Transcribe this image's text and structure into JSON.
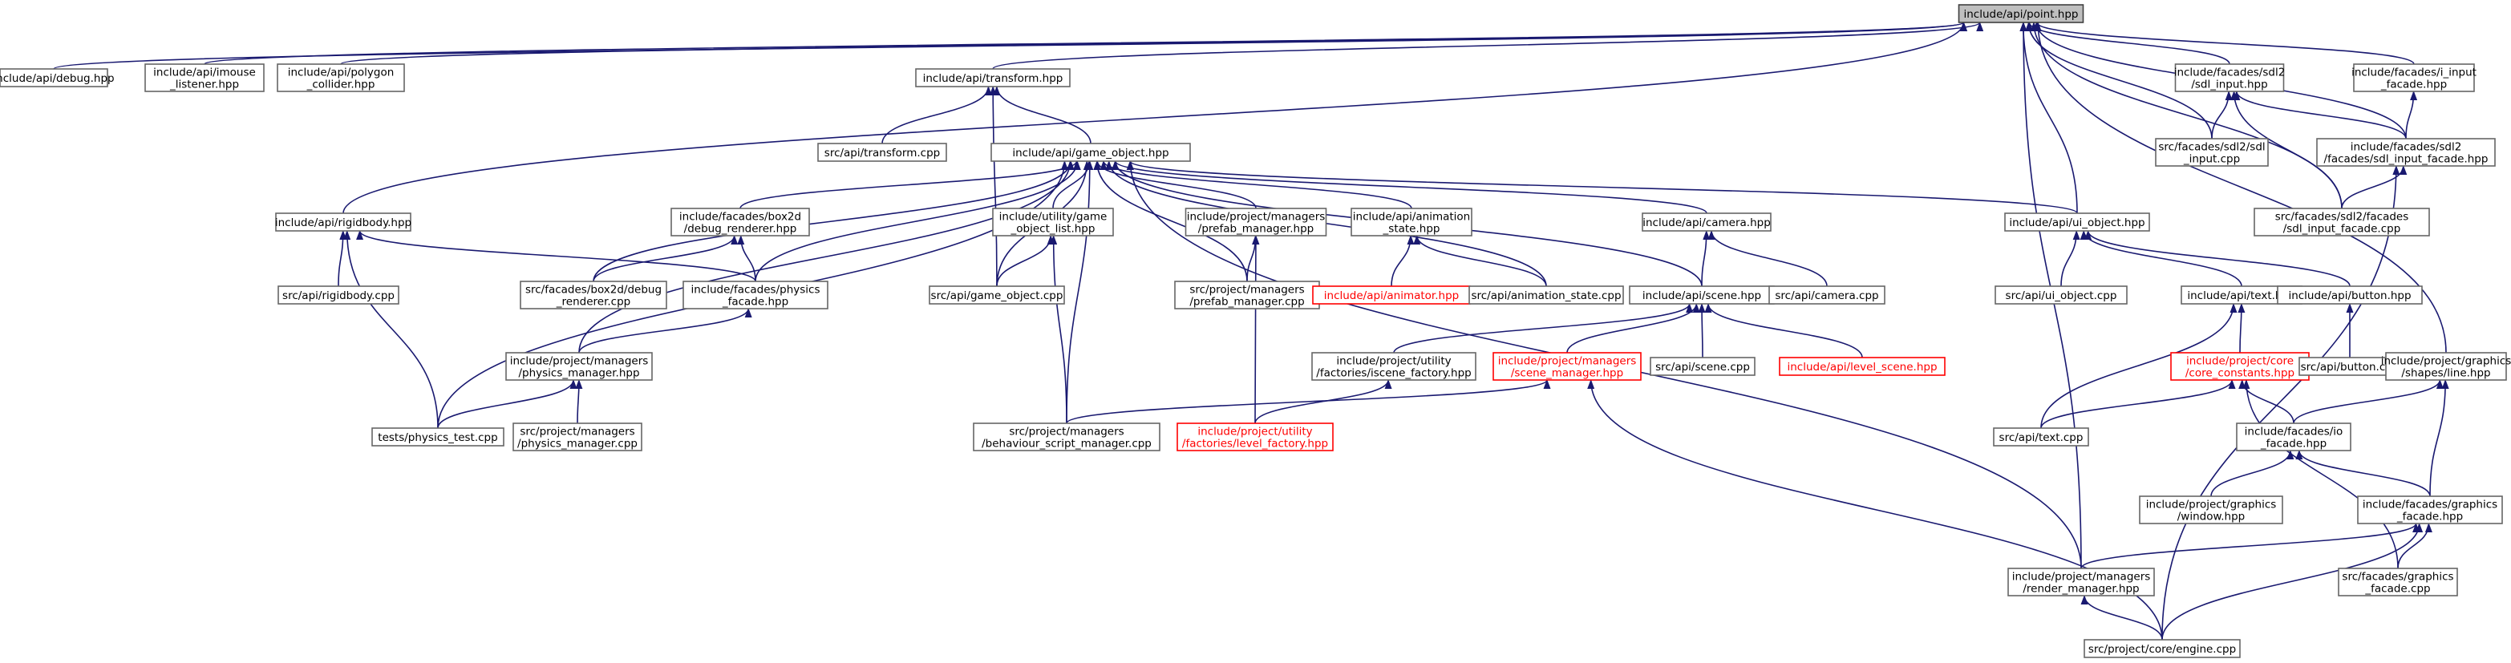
{
  "graph": {
    "root": "n0",
    "colors": {
      "edge": "#191970",
      "root_fill": "#bfbfbf",
      "node_border": "#666666",
      "missing_border": "#ff0000"
    },
    "nodes": [
      {
        "id": "n0",
        "lines": [
          "include/api/point.hpp"
        ],
        "root": true
      },
      {
        "id": "n1",
        "lines": [
          "include/api/debug.hpp"
        ]
      },
      {
        "id": "n2",
        "lines": [
          "include/api/imouse",
          "_listener.hpp"
        ]
      },
      {
        "id": "n3",
        "lines": [
          "include/api/polygon",
          "_collider.hpp"
        ]
      },
      {
        "id": "n4",
        "lines": [
          "include/api/transform.hpp"
        ]
      },
      {
        "id": "n5",
        "lines": [
          "include/facades/sdl2",
          "/sdl_input.hpp"
        ]
      },
      {
        "id": "n6",
        "lines": [
          "include/facades/i_input",
          "_facade.hpp"
        ]
      },
      {
        "id": "n7",
        "lines": [
          "src/api/transform.cpp"
        ]
      },
      {
        "id": "n8",
        "lines": [
          "src/facades/sdl2/sdl",
          "_input.cpp"
        ]
      },
      {
        "id": "n9",
        "lines": [
          "include/facades/sdl2",
          "/facades/sdl_input_facade.hpp"
        ]
      },
      {
        "id": "n10",
        "lines": [
          "include/api/game_object.hpp"
        ]
      },
      {
        "id": "n11",
        "lines": [
          "src/facades/sdl2/facades",
          "/sdl_input_facade.cpp"
        ]
      },
      {
        "id": "n12",
        "lines": [
          "include/api/rigidbody.hpp"
        ]
      },
      {
        "id": "n13",
        "lines": [
          "include/facades/box2d",
          "/debug_renderer.hpp"
        ]
      },
      {
        "id": "n14",
        "lines": [
          "include/utility/game",
          "_object_list.hpp"
        ]
      },
      {
        "id": "n15",
        "lines": [
          "include/project/managers",
          "/prefab_manager.hpp"
        ]
      },
      {
        "id": "n16",
        "lines": [
          "include/api/animation",
          "_state.hpp"
        ]
      },
      {
        "id": "n17",
        "lines": [
          "include/api/camera.hpp"
        ]
      },
      {
        "id": "n18",
        "lines": [
          "include/api/ui_object.hpp"
        ]
      },
      {
        "id": "n19",
        "lines": [
          "src/api/rigidbody.cpp"
        ]
      },
      {
        "id": "n20",
        "lines": [
          "src/facades/box2d/debug",
          "_renderer.cpp"
        ]
      },
      {
        "id": "n21",
        "lines": [
          "include/facades/physics",
          "_facade.hpp"
        ]
      },
      {
        "id": "n22",
        "lines": [
          "src/api/game_object.cpp"
        ]
      },
      {
        "id": "n23",
        "lines": [
          "src/project/managers",
          "/prefab_manager.cpp"
        ]
      },
      {
        "id": "n24",
        "lines": [
          "include/api/animator.hpp"
        ],
        "missing": true
      },
      {
        "id": "n25",
        "lines": [
          "src/api/animation_state.cpp"
        ]
      },
      {
        "id": "n26",
        "lines": [
          "include/api/scene.hpp"
        ]
      },
      {
        "id": "n27",
        "lines": [
          "src/api/camera.cpp"
        ]
      },
      {
        "id": "n28",
        "lines": [
          "src/api/ui_object.cpp"
        ]
      },
      {
        "id": "n29",
        "lines": [
          "include/api/text.hpp"
        ]
      },
      {
        "id": "n30",
        "lines": [
          "include/api/button.hpp"
        ]
      },
      {
        "id": "n31",
        "lines": [
          "include/project/utility",
          "/factories/iscene_factory.hpp"
        ]
      },
      {
        "id": "n32",
        "lines": [
          "include/project/managers",
          "/scene_manager.hpp"
        ],
        "missing": true
      },
      {
        "id": "n33",
        "lines": [
          "src/api/scene.cpp"
        ]
      },
      {
        "id": "n34",
        "lines": [
          "include/api/level_scene.hpp"
        ],
        "missing": true
      },
      {
        "id": "n35",
        "lines": [
          "include/project/core",
          "/core_constants.hpp"
        ],
        "missing": true
      },
      {
        "id": "n36",
        "lines": [
          "src/api/button.cpp"
        ]
      },
      {
        "id": "n37",
        "lines": [
          "include/project/graphics",
          "/shapes/line.hpp"
        ]
      },
      {
        "id": "n38",
        "lines": [
          "include/project/managers",
          "/physics_manager.hpp"
        ]
      },
      {
        "id": "n39",
        "lines": [
          "tests/physics_test.cpp"
        ]
      },
      {
        "id": "n40",
        "lines": [
          "src/project/managers",
          "/physics_manager.cpp"
        ]
      },
      {
        "id": "n41",
        "lines": [
          "src/project/managers",
          "/behaviour_script_manager.cpp"
        ]
      },
      {
        "id": "n42",
        "lines": [
          "include/project/utility",
          "/factories/level_factory.hpp"
        ],
        "missing": true
      },
      {
        "id": "n43",
        "lines": [
          "src/api/text.cpp"
        ]
      },
      {
        "id": "n44",
        "lines": [
          "include/facades/io",
          "_facade.hpp"
        ]
      },
      {
        "id": "n45",
        "lines": [
          "include/project/graphics",
          "/window.hpp"
        ]
      },
      {
        "id": "n46",
        "lines": [
          "include/facades/graphics",
          "_facade.hpp"
        ]
      },
      {
        "id": "n47",
        "lines": [
          "include/project/managers",
          "/render_manager.hpp"
        ]
      },
      {
        "id": "n48",
        "lines": [
          "src/facades/graphics",
          "_facade.cpp"
        ]
      },
      {
        "id": "n49",
        "lines": [
          "src/project/core/engine.cpp"
        ]
      }
    ],
    "edges": [
      [
        "n0",
        "n1"
      ],
      [
        "n0",
        "n2"
      ],
      [
        "n0",
        "n3"
      ],
      [
        "n0",
        "n4"
      ],
      [
        "n0",
        "n5"
      ],
      [
        "n0",
        "n6"
      ],
      [
        "n0",
        "n8"
      ],
      [
        "n0",
        "n9"
      ],
      [
        "n0",
        "n11"
      ],
      [
        "n0",
        "n12"
      ],
      [
        "n0",
        "n18"
      ],
      [
        "n0",
        "n37"
      ],
      [
        "n0",
        "n47"
      ],
      [
        "n4",
        "n7"
      ],
      [
        "n4",
        "n10"
      ],
      [
        "n4",
        "n22"
      ],
      [
        "n5",
        "n8"
      ],
      [
        "n5",
        "n9"
      ],
      [
        "n5",
        "n11"
      ],
      [
        "n6",
        "n9"
      ],
      [
        "n9",
        "n11"
      ],
      [
        "n9",
        "n49"
      ],
      [
        "n10",
        "n13"
      ],
      [
        "n10",
        "n14"
      ],
      [
        "n10",
        "n15"
      ],
      [
        "n10",
        "n16"
      ],
      [
        "n10",
        "n17"
      ],
      [
        "n10",
        "n18"
      ],
      [
        "n10",
        "n20"
      ],
      [
        "n10",
        "n21"
      ],
      [
        "n10",
        "n22"
      ],
      [
        "n10",
        "n23"
      ],
      [
        "n10",
        "n25"
      ],
      [
        "n10",
        "n26"
      ],
      [
        "n10",
        "n38"
      ],
      [
        "n10",
        "n39"
      ],
      [
        "n10",
        "n41"
      ],
      [
        "n10",
        "n47"
      ],
      [
        "n12",
        "n19"
      ],
      [
        "n12",
        "n21"
      ],
      [
        "n12",
        "n39"
      ],
      [
        "n13",
        "n20"
      ],
      [
        "n13",
        "n21"
      ],
      [
        "n14",
        "n22"
      ],
      [
        "n14",
        "n41"
      ],
      [
        "n15",
        "n23"
      ],
      [
        "n15",
        "n42"
      ],
      [
        "n16",
        "n24"
      ],
      [
        "n16",
        "n25"
      ],
      [
        "n17",
        "n26"
      ],
      [
        "n17",
        "n27"
      ],
      [
        "n18",
        "n28"
      ],
      [
        "n18",
        "n29"
      ],
      [
        "n18",
        "n30"
      ],
      [
        "n21",
        "n38"
      ],
      [
        "n26",
        "n31"
      ],
      [
        "n26",
        "n32"
      ],
      [
        "n26",
        "n33"
      ],
      [
        "n26",
        "n34"
      ],
      [
        "n29",
        "n35"
      ],
      [
        "n29",
        "n43"
      ],
      [
        "n30",
        "n36"
      ],
      [
        "n31",
        "n42"
      ],
      [
        "n32",
        "n41"
      ],
      [
        "n32",
        "n49"
      ],
      [
        "n35",
        "n43"
      ],
      [
        "n35",
        "n44"
      ],
      [
        "n35",
        "n48"
      ],
      [
        "n37",
        "n44"
      ],
      [
        "n37",
        "n46"
      ],
      [
        "n38",
        "n39"
      ],
      [
        "n38",
        "n40"
      ],
      [
        "n44",
        "n45"
      ],
      [
        "n44",
        "n46"
      ],
      [
        "n46",
        "n47"
      ],
      [
        "n46",
        "n48"
      ],
      [
        "n46",
        "n49"
      ],
      [
        "n47",
        "n49"
      ]
    ]
  }
}
